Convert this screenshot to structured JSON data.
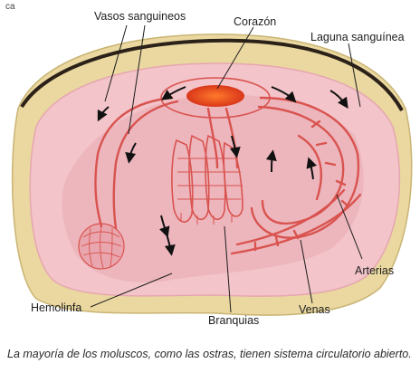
{
  "labels": {
    "corner": "ca",
    "vasos": "Vasos sanguineos",
    "corazon": "Corazón",
    "laguna": "Laguna sanguínea",
    "hemolinfa": "Hemolinfa",
    "branquias": "Branquias",
    "venas": "Venas",
    "arterias": "Arterias"
  },
  "caption": "La mayoría de los moluscos, como las ostras, tienen sistema circulatorio abierto.",
  "colors": {
    "shell": "#ead8a0",
    "shell_edge": "#2b2118",
    "mantle": "#f3c4c9",
    "body": "#eab0b8",
    "vessel": "#d9534f",
    "heart": "#e8431c",
    "text": "#1e1e1e"
  }
}
